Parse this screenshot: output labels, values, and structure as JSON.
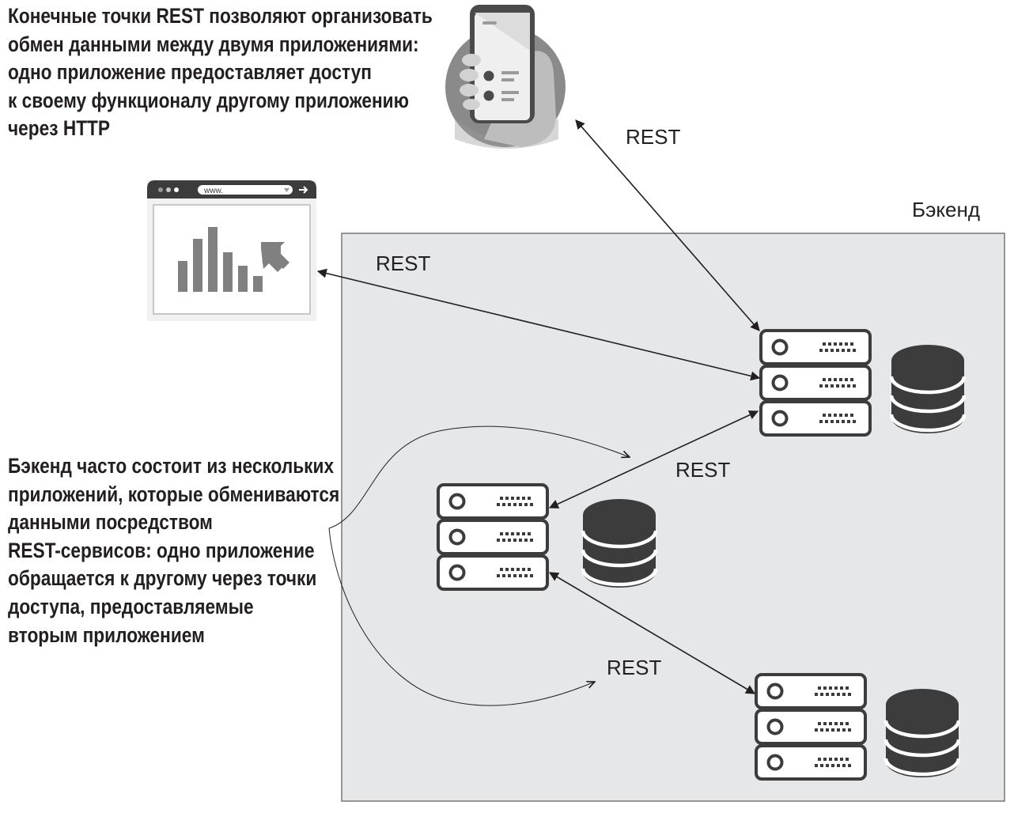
{
  "notes": {
    "top": [
      "Конечные точки REST позволяют организовать",
      "обмен данными между двумя приложениями:",
      "одно приложение предоставляет доступ",
      "к своему функционалу другому приложению",
      "через HTTP"
    ],
    "side": [
      "Бэкенд часто состоит из нескольких",
      "приложений, которые обмениваются",
      "данными посредством",
      "REST-сервисов: одно приложение",
      "обращается к другому через точки",
      "доступа, предоставляемые",
      "вторым приложением"
    ]
  },
  "backend_label": "Бэкенд",
  "edge_labels": {
    "mobile": "REST",
    "web": "REST",
    "internal_upper": "REST",
    "internal_lower": "REST"
  },
  "browser": {
    "url_text": "www."
  },
  "colors": {
    "backend_fill": "#e6e7e8",
    "dark": "#3c3c3c",
    "bar": "#808080",
    "text": "#231f20"
  },
  "icons": [
    "smartphone-hand-icon",
    "web-analytics-icon",
    "server-rack-icon",
    "database-icon"
  ]
}
